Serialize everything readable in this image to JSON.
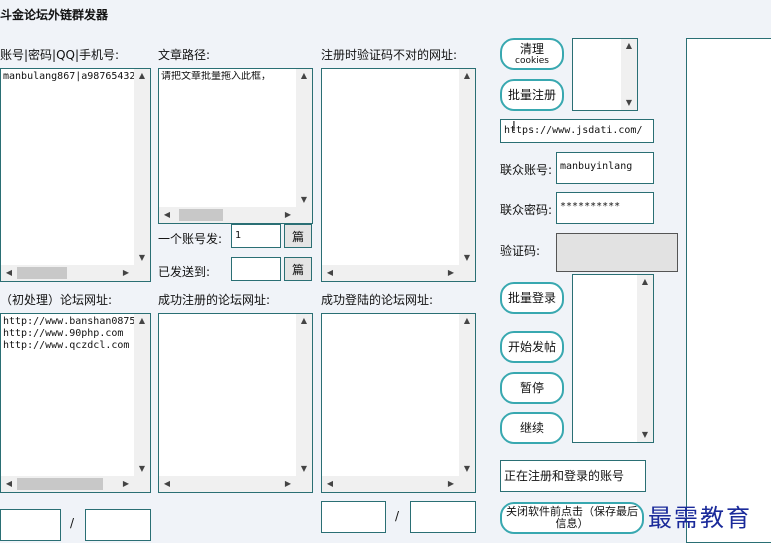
{
  "window": {
    "title": "斗金论坛外链群发器"
  },
  "labels": {
    "accounts": "账号|密码|QQ|手机号:",
    "article_path": "文章路径:",
    "captcha_wrong_urls": "注册时验证码不对的网址:",
    "forum_urls": "（初处理）论坛网址:",
    "registered_urls": "成功注册的论坛网址:",
    "logged_in_urls": "成功登陆的论坛网址:",
    "per_account": "一个账号发:",
    "sent_to": "已发送到:",
    "unit_pian": "篇",
    "slash": "/",
    "lianzhong_account": "联众账号:",
    "lianzhong_password": "联众密码:",
    "captcha": "验证码:",
    "status_box": "正在注册和登录的账号"
  },
  "panes": {
    "accounts_text": "manbulang867|a98765432.",
    "article_text": "请把文章批量拖入此框，",
    "forum_urls_text": "http://www.banshan0875\nhttp://www.90php.com\nhttp://www.qczdcl.com"
  },
  "fields": {
    "per_account_value": "1",
    "sent_to_value": "",
    "url_value": "https://www.jsdati.com/",
    "lianzhong_account_value": "manbuyinlang",
    "lianzhong_password_value": "**********"
  },
  "buttons": {
    "clear_cookies_line1": "清理",
    "clear_cookies_line2": "cookies",
    "batch_register": "批量注册",
    "batch_login": "批量登录",
    "start_post": "开始发帖",
    "pause": "暂停",
    "resume": "继续",
    "close_save": "关闭软件前点击（保存最后信息）"
  },
  "watermark": "最需教育",
  "colors": {
    "border": "#2a6f74",
    "button_border": "#38a8b0",
    "background": "#f0f3f8"
  }
}
